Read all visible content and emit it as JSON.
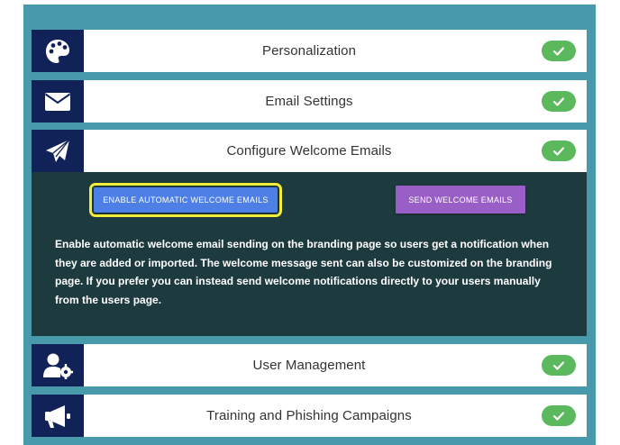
{
  "sections": {
    "personalization": {
      "title": "Personalization",
      "icon": "palette-icon",
      "completed": true
    },
    "email_settings": {
      "title": "Email Settings",
      "icon": "envelope-icon",
      "completed": true
    },
    "configure_welcome": {
      "title": "Configure Welcome Emails",
      "icon": "paper-plane-icon",
      "completed": true,
      "enable_button": "ENABLE AUTOMATIC WELCOME EMAILS",
      "send_button": "SEND WELCOME EMAILS",
      "description": "Enable automatic welcome email sending on the branding page so users get a notification when they are added or imported. The welcome message sent can also be customized on the branding page. If you prefer you can instead send welcome notifications directly to your users manually from the users page."
    },
    "user_management": {
      "title": "User Management",
      "icon": "user-gear-icon",
      "completed": true
    },
    "training": {
      "title": "Training and Phishing Campaigns",
      "icon": "megaphone-icon",
      "completed": true
    }
  },
  "colors": {
    "panel": "#4899aa",
    "icon_bg": "#112259",
    "check": "#5cb85c",
    "expanded_bg": "#1d3a3f",
    "enable_button": "#4d7fe6",
    "send_button": "#9a5fc6",
    "highlight": "#f3ec3a"
  }
}
